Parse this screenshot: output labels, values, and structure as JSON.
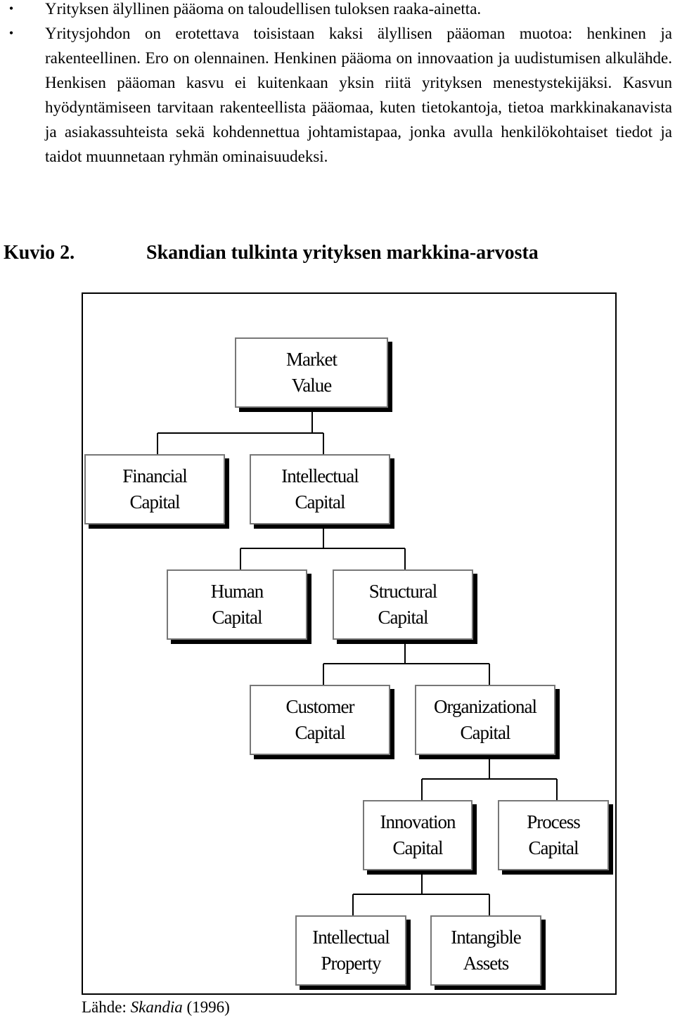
{
  "bullets": [
    "Yrityksen älyllinen pääoma on taloudellisen tuloksen raaka-ainetta.",
    "Yritysjohdon on erotettava toisistaan kaksi älyllisen pääoman muotoa: henkinen ja rakenteellinen. Ero on olennainen. Henkinen pääoma on innovaation ja uudistumisen alkulähde. Henkisen pääoman kasvu ei kuitenkaan yksin riitä yrityksen menestystekijäksi. Kasvun hyödyntämiseen tarvitaan rakenteellista pääomaa, kuten tietokantoja, tietoa markkinakanavista ja asiakassuhteista sekä kohdennettua johtamistapaa, jonka avulla henkilökohtaiset tiedot ja taidot muunnetaan ryhmän ominaisuudeksi."
  ],
  "bullet_symbol": "•",
  "figure": {
    "number": "Kuvio 2.",
    "title": "Skandian tulkinta yrityksen markkina-arvosta"
  },
  "diagram": {
    "market_value": {
      "line1": "Market",
      "line2": "Value"
    },
    "financial_capital": {
      "line1": "Financial",
      "line2": "Capital"
    },
    "intellectual_capital": {
      "line1": "Intellectual",
      "line2": "Capital"
    },
    "human_capital": {
      "line1": "Human",
      "line2": "Capital"
    },
    "structural_capital": {
      "line1": "Structural",
      "line2": "Capital"
    },
    "customer_capital": {
      "line1": "Customer",
      "line2": "Capital"
    },
    "organizational_capital": {
      "line1": "Organizational",
      "line2": "Capital"
    },
    "innovation_capital": {
      "line1": "Innovation",
      "line2": "Capital"
    },
    "process_capital": {
      "line1": "Process",
      "line2": "Capital"
    },
    "intellectual_property": {
      "line1": "Intellectual",
      "line2": "Property"
    },
    "intangible_assets": {
      "line1": "Intangible",
      "line2": "Assets"
    }
  },
  "source": {
    "label": "Lähde: ",
    "author": "Skandia",
    "year": " (1996)"
  }
}
